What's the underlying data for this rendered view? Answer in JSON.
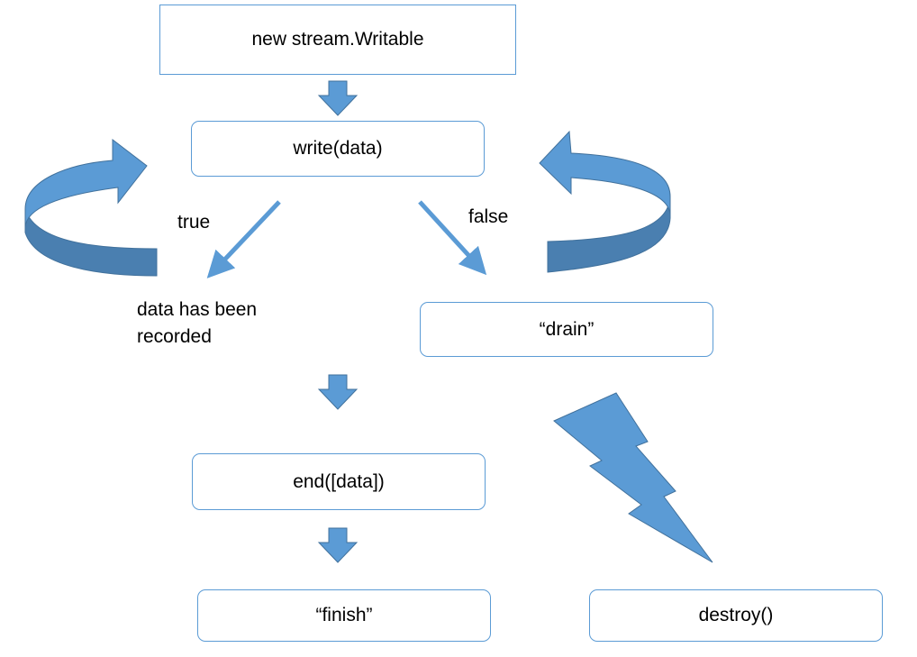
{
  "nodes": {
    "constructor": "new stream.Writable",
    "write": "write(data)",
    "drain": "“drain”",
    "end": "end([data])",
    "finish": "“finish”",
    "destroy": "destroy()"
  },
  "labels": {
    "true_branch": "true",
    "false_branch": "false",
    "recorded_line1": "data has been",
    "recorded_line2": "recorded"
  },
  "colors": {
    "arrow_fill": "#5b9bd5",
    "arrow_stroke": "#41719c",
    "arrow_shadow": "#4a7fb0",
    "box_border": "#5b9bd5"
  }
}
